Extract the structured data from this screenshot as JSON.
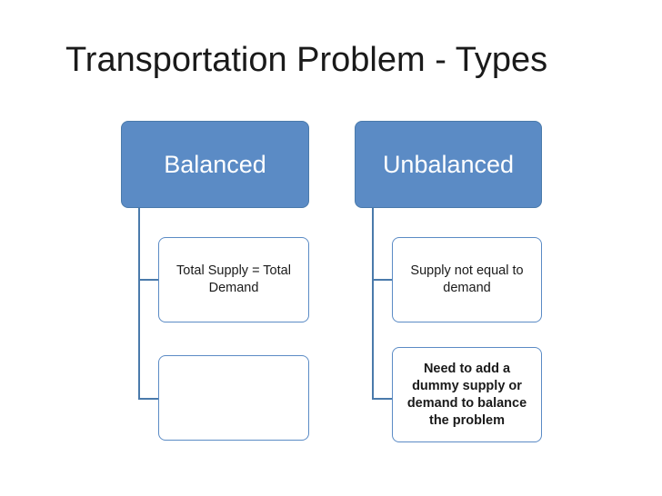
{
  "slide": {
    "title": "Transportation Problem - Types",
    "colors": {
      "node_fill": "#5b8bc5",
      "node_border": "#4a7aab",
      "node_text": "#ffffff",
      "child_border": "#5b8bc5",
      "child_text": "#1a1a1a",
      "background": "#ffffff",
      "title_text": "#1a1a1a"
    },
    "branches": [
      {
        "id": "balanced",
        "heading": "Balanced",
        "children": [
          {
            "id": "balanced-child-1",
            "text": "Total Supply = Total Demand"
          },
          {
            "id": "balanced-child-2",
            "text": ""
          }
        ]
      },
      {
        "id": "unbalanced",
        "heading": "Unbalanced",
        "children": [
          {
            "id": "unbalanced-child-1",
            "text": "Supply not equal to demand"
          },
          {
            "id": "unbalanced-child-2",
            "text": "Need to add a dummy supply or demand to balance the problem"
          }
        ]
      }
    ]
  }
}
